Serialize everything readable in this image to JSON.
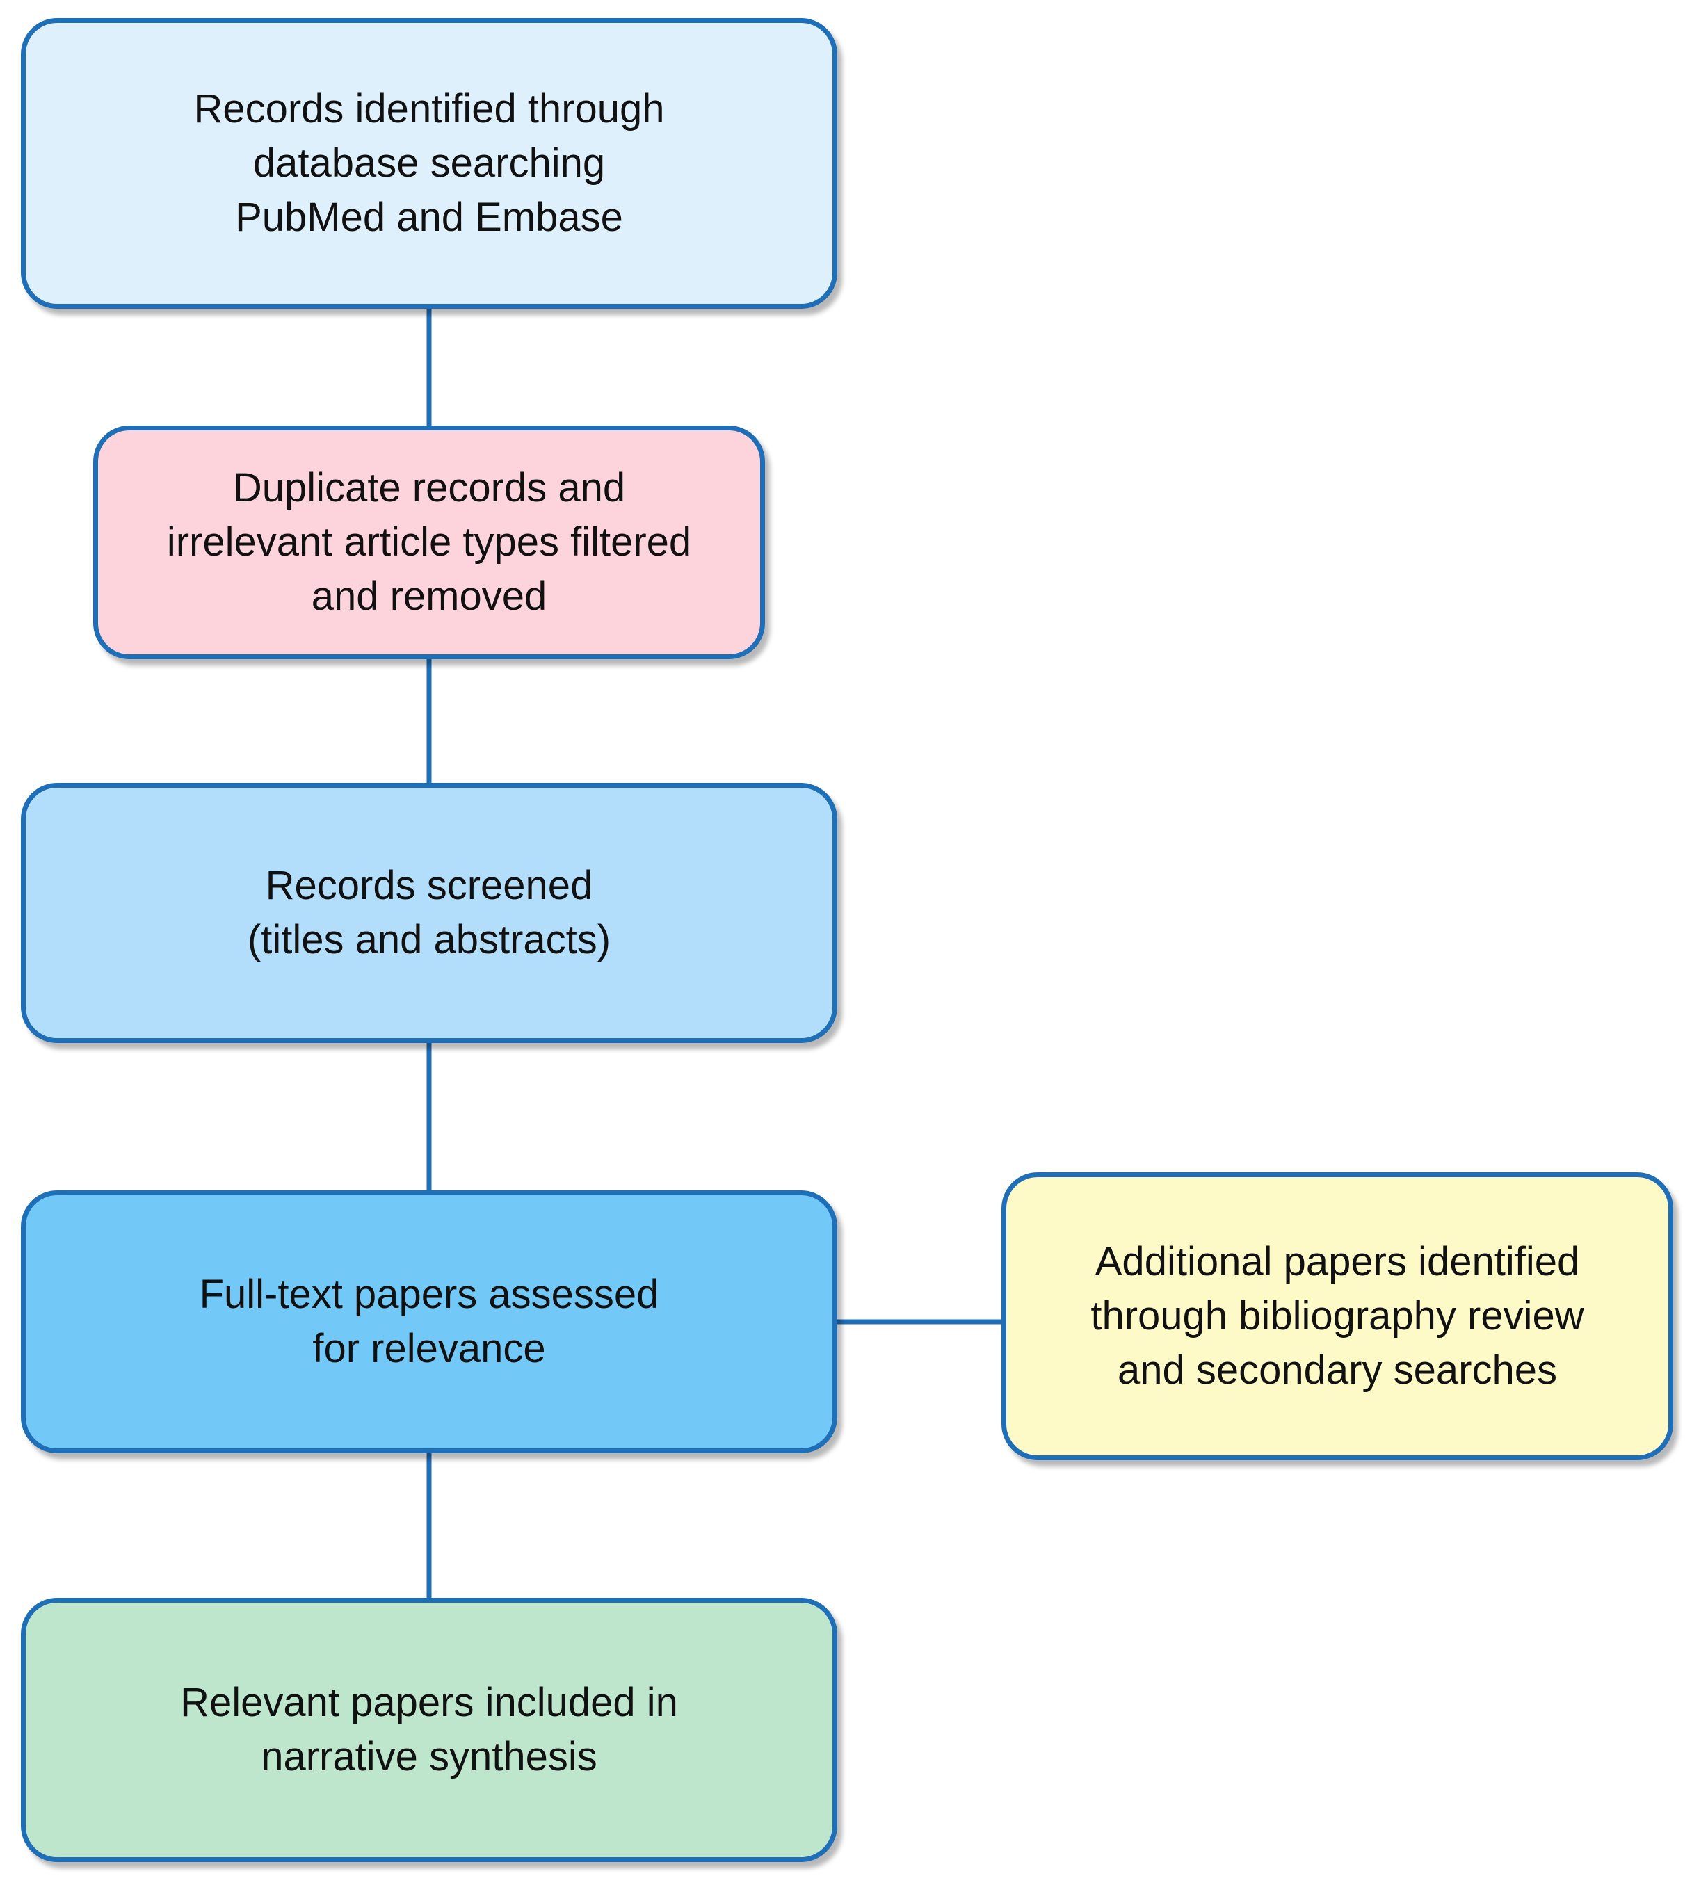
{
  "nodes": [
    {
      "id": "box-identified",
      "text": "Records identified through\ndatabase searching\nPubMed and Embase",
      "fill": "#dff0fd"
    },
    {
      "id": "box-filtered",
      "text": "Duplicate records and\nirrelevant article types filtered\nand removed",
      "fill": "#fdd3dc"
    },
    {
      "id": "box-screened",
      "text": "Records screened\n(titles and abstracts)",
      "fill": "#b3defb"
    },
    {
      "id": "box-fulltext",
      "text": "Full-text papers assessed\nfor relevance",
      "fill": "#72c9f8"
    },
    {
      "id": "box-additional",
      "text": "Additional papers identified\nthrough bibliography review\nand secondary searches",
      "fill": "#fefac8"
    },
    {
      "id": "box-included",
      "text": "Relevant papers included in\nnarrative synthesis",
      "fill": "#bde6cd"
    }
  ],
  "colors": {
    "border": "#1f6fb8",
    "connector": "#1f6fb8"
  }
}
